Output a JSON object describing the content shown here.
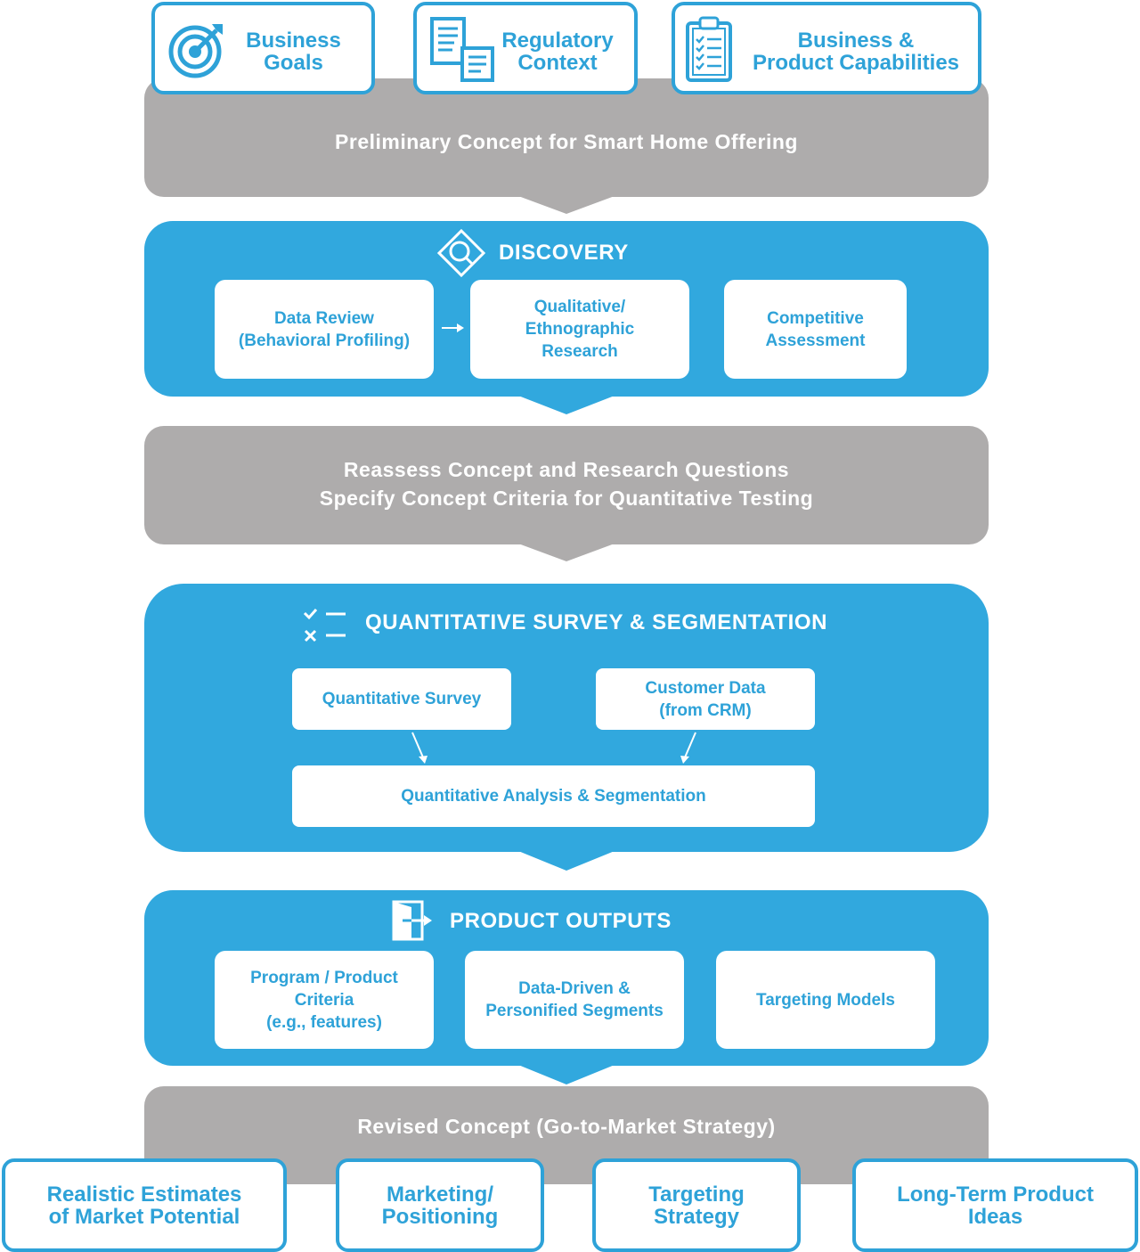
{
  "inputs": {
    "business_goals": "Business\nGoals",
    "regulatory_context": "Regulatory\nContext",
    "capabilities": "Business &\nProduct Capabilities"
  },
  "preliminary": {
    "label": "Preliminary Concept for Smart Home Offering"
  },
  "discovery": {
    "title": "DISCOVERY",
    "boxes": [
      "Data Review\n(Behavioral Profiling)",
      "Qualitative/\nEthnographic\nResearch",
      "Competitive\nAssessment"
    ]
  },
  "reassess": {
    "line1": "Reassess Concept and Research Questions",
    "line2": "Specify Concept Criteria for Quantitative Testing"
  },
  "quant": {
    "title": "QUANTITATIVE SURVEY & SEGMENTATION",
    "survey": "Quantitative Survey",
    "crm": "Customer Data\n(from CRM)",
    "analysis": "Quantitative Analysis & Segmentation"
  },
  "outputs": {
    "title": "PRODUCT OUTPUTS",
    "boxes": [
      "Program / Product\nCriteria\n(e.g., features)",
      "Data-Driven &\nPersonified Segments",
      "Targeting Models"
    ]
  },
  "revised": {
    "label": "Revised Concept (Go-to-Market Strategy)"
  },
  "results": [
    "Realistic Estimates\nof Market Potential",
    "Marketing/\nPositioning",
    "Targeting\nStrategy",
    "Long-Term Product\nIdeas"
  ],
  "colors": {
    "blue": "#31a8de",
    "gray": "#aeacac",
    "white": "#ffffff"
  },
  "icons": [
    "target-icon",
    "documents-icon",
    "clipboard-checklist-icon",
    "diamond-search-icon",
    "checklist-icon",
    "door-exit-icon"
  ]
}
